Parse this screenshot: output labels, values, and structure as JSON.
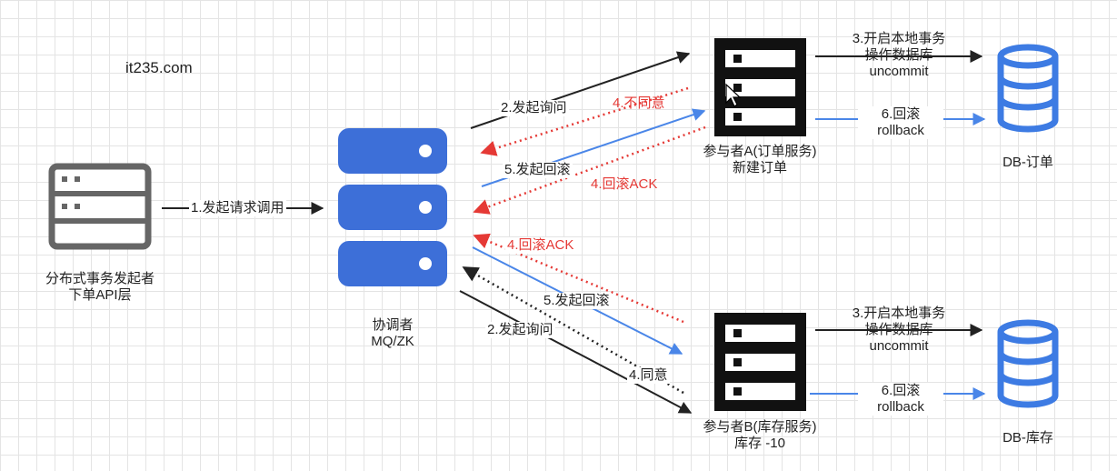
{
  "watermark": "it235.com",
  "colors": {
    "black": "#222222",
    "red": "#e53935",
    "blue": "#4a86e8",
    "server_gray": "#666666",
    "coordinator_blue": "#3d6fd8",
    "db_blue": "#3d7be3"
  },
  "nodes": {
    "initiator": {
      "line1": "分布式事务发起者",
      "line2": "下单API层",
      "icon": "server-icon"
    },
    "coordinator": {
      "line1": "协调者",
      "line2": "MQ/ZK",
      "icon": "server-stack-icon"
    },
    "participant_a": {
      "line1": "参与者A(订单服务)",
      "line2": "新建订单",
      "icon": "server-icon"
    },
    "participant_b": {
      "line1": "参与者B(库存服务)",
      "line2": "库存 -10",
      "icon": "server-icon"
    },
    "db_order": {
      "label": "DB-订单",
      "icon": "database-icon"
    },
    "db_stock": {
      "label": "DB-库存",
      "icon": "database-icon"
    }
  },
  "edges": {
    "invoke": "1.发起请求调用",
    "a_ask": "2.发起询问",
    "a_disagree": "4.不同意",
    "a_rollback": "5.发起回滚",
    "a_rollback_ack": "4.回滚ACK",
    "b_rollback_ack": "4.回滚ACK",
    "b_rollback": "5.发起回滚",
    "b_ask": "2.发起询问",
    "b_agree": "4.同意",
    "a_tx": {
      "line1": "3.开启本地事务",
      "line2": "操作数据库",
      "line3": "uncommit"
    },
    "a_rb": {
      "line1": "6.回滚",
      "line2": "rollback"
    },
    "b_tx": {
      "line1": "3.开启本地事务",
      "line2": "操作数据库",
      "line3": "uncommit"
    },
    "b_rb": {
      "line1": "6.回滚",
      "line2": "rollback"
    }
  }
}
